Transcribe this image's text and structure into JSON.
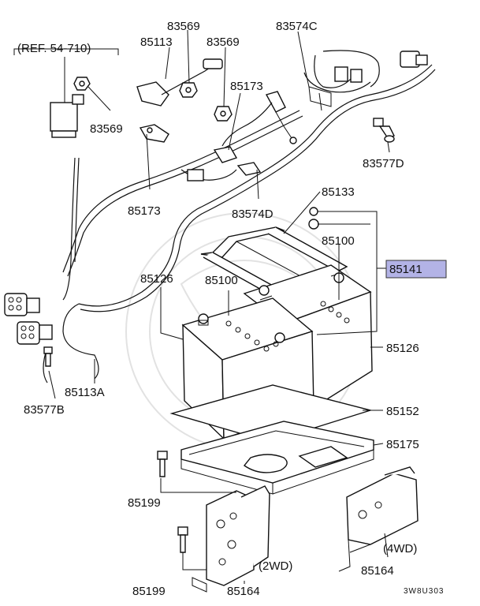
{
  "diagram": {
    "ref_note": "(REF. 54-710)",
    "labels": {
      "p83569_top": "83569",
      "p85113": "85113",
      "p83569_mid": "83569",
      "p83569_left": "83569",
      "p83574C": "83574C",
      "p85173_top": "85173",
      "p85173_left": "85173",
      "p83577D": "83577D",
      "p83574D": "83574D",
      "p85133": "85133",
      "p85100_right": "85100",
      "p85141": "85141",
      "p85126_left": "85126",
      "p85100_mid": "85100",
      "p85126_right": "85126",
      "p85113A": "85113A",
      "p83577B": "83577B",
      "p85152": "85152",
      "p85175": "85175",
      "p85199_top": "85199",
      "p85199_bottom": "85199",
      "p85164_left": "85164",
      "p85164_right": "85164",
      "note_2wd": "(2WD)",
      "note_4wd": "(4WD)",
      "drawing_code": "3W8U303"
    },
    "highlight_color": "#b3b3e6"
  }
}
